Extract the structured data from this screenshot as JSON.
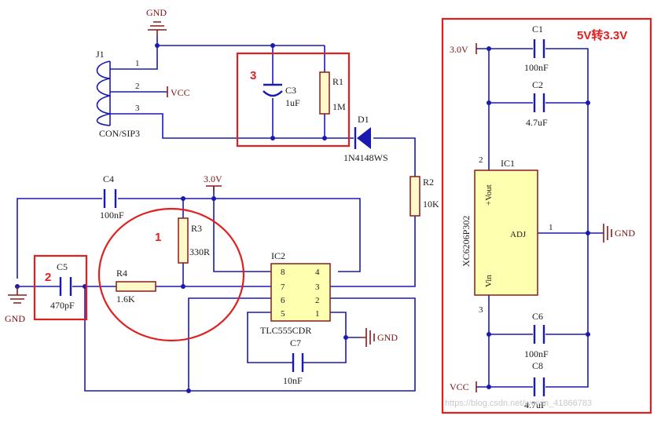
{
  "power": {
    "gnd": "GND",
    "vcc": "VCC",
    "v30": "3.0V"
  },
  "annotations": {
    "a1": "1",
    "a2": "2",
    "a3": "3",
    "title": "5V转3.3V"
  },
  "components": {
    "j1": {
      "ref": "J1",
      "value": "CON/SIP3",
      "pins": [
        "1",
        "2",
        "3"
      ]
    },
    "c3": {
      "ref": "C3",
      "value": "1uF"
    },
    "r1": {
      "ref": "R1",
      "value": "1M"
    },
    "d1": {
      "ref": "D1",
      "value": "1N4148WS"
    },
    "r2": {
      "ref": "R2",
      "value": "10K"
    },
    "c4": {
      "ref": "C4",
      "value": "100nF"
    },
    "r3": {
      "ref": "R3",
      "value": "330R"
    },
    "c5": {
      "ref": "C5",
      "value": "470pF"
    },
    "r4": {
      "ref": "R4",
      "value": "1.6K"
    },
    "ic2": {
      "ref": "IC2",
      "value": "TLC555CDR",
      "pins": [
        "8",
        "7",
        "6",
        "5",
        "4",
        "3",
        "2",
        "1"
      ]
    },
    "c7": {
      "ref": "C7",
      "value": "10nF"
    },
    "c1": {
      "ref": "C1",
      "value": "100nF"
    },
    "c2": {
      "ref": "C2",
      "value": "4.7uF"
    },
    "ic1": {
      "ref": "IC1",
      "value": "XC6206P302",
      "pin_vout": "+Vout",
      "pin_adj": "ADJ",
      "pin_vin": "Vin",
      "pin2": "2",
      "pin1": "1",
      "pin3": "3"
    },
    "c6": {
      "ref": "C6",
      "value": "100nF"
    },
    "c8": {
      "ref": "C8",
      "value": "4.7uF"
    }
  },
  "watermark": "https://blog.csdn.net/weixin_41866783"
}
